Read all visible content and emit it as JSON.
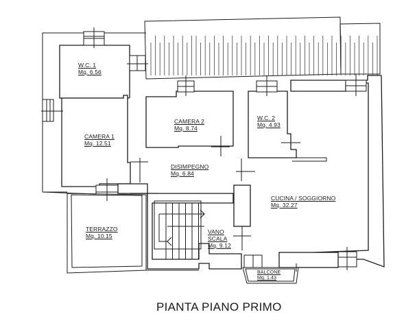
{
  "plan": {
    "title": "PIANTA PIANO PRIMO",
    "rooms": [
      {
        "id": "wc1",
        "name": "W.C. 1",
        "area": "Mq. 6.56"
      },
      {
        "id": "camera1",
        "name": "CAMERA 1",
        "area": "Mq. 12.51"
      },
      {
        "id": "camera2",
        "name": "CAMERA 2",
        "area": "Mq. 8.74"
      },
      {
        "id": "wc2",
        "name": "W.C. 2",
        "area": "Mq. 4.93"
      },
      {
        "id": "disimpegno",
        "name": "DISIMPEGNO",
        "area": "Mq. 6.84"
      },
      {
        "id": "cucina",
        "name": "CUCINA / SOGGIORNO",
        "area": "Mq. 32.27"
      },
      {
        "id": "terrazzo",
        "name": "TERRAZZO",
        "area": "Mq. 10.15"
      },
      {
        "id": "vano",
        "name_line1": "VANO",
        "name_line2": "SCALA",
        "area": "Mq. 9.12"
      },
      {
        "id": "balcone",
        "name": "BALCONE",
        "area": "Mq. 1.43"
      }
    ]
  }
}
